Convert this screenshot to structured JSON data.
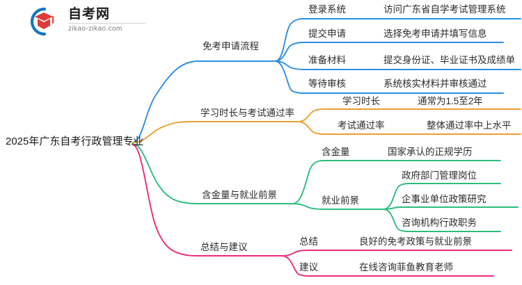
{
  "logo": {
    "name_cn": "自考网",
    "url": "zikao-zikao.com",
    "arc_color": "#1476c6",
    "cap_color": "#e03a3a",
    "icon": "graduation-cap-icon"
  },
  "mindmap": {
    "root": "2025年广东自考行政管理专业",
    "branches": [
      {
        "label": "免考申请流程",
        "color": "#2f8ee0",
        "children": [
          {
            "label": "登录系统",
            "detail": "访问广东省自学考试管理系统"
          },
          {
            "label": "提交申请",
            "detail": "选择免考申请并填写信息"
          },
          {
            "label": "准备材料",
            "detail": "提交身份证、毕业证书及成绩单"
          },
          {
            "label": "等待审核",
            "detail": "系统核实材料并审核通过"
          }
        ]
      },
      {
        "label": "学习时长与考试通过率",
        "color": "#e8a030",
        "children": [
          {
            "label": "学习时长",
            "detail": "通常为1.5至2年"
          },
          {
            "label": "考试通过率",
            "detail": "整体通过率中上水平"
          }
        ]
      },
      {
        "label": "含金量与就业前景",
        "color": "#2cbd7e",
        "children": [
          {
            "label": "含金量",
            "details": [
              "国家承认的正规学历"
            ]
          },
          {
            "label": "就业前景",
            "details": [
              "政府部门管理岗位",
              "企事业单位政策研究",
              "咨询机构行政职务"
            ]
          }
        ]
      },
      {
        "label": "总结与建议",
        "color": "#ec2a7b",
        "children": [
          {
            "label": "总结",
            "detail": "良好的免考政策与就业前景"
          },
          {
            "label": "建议",
            "detail": "在线咨询菲鱼教育老师"
          }
        ]
      }
    ]
  }
}
